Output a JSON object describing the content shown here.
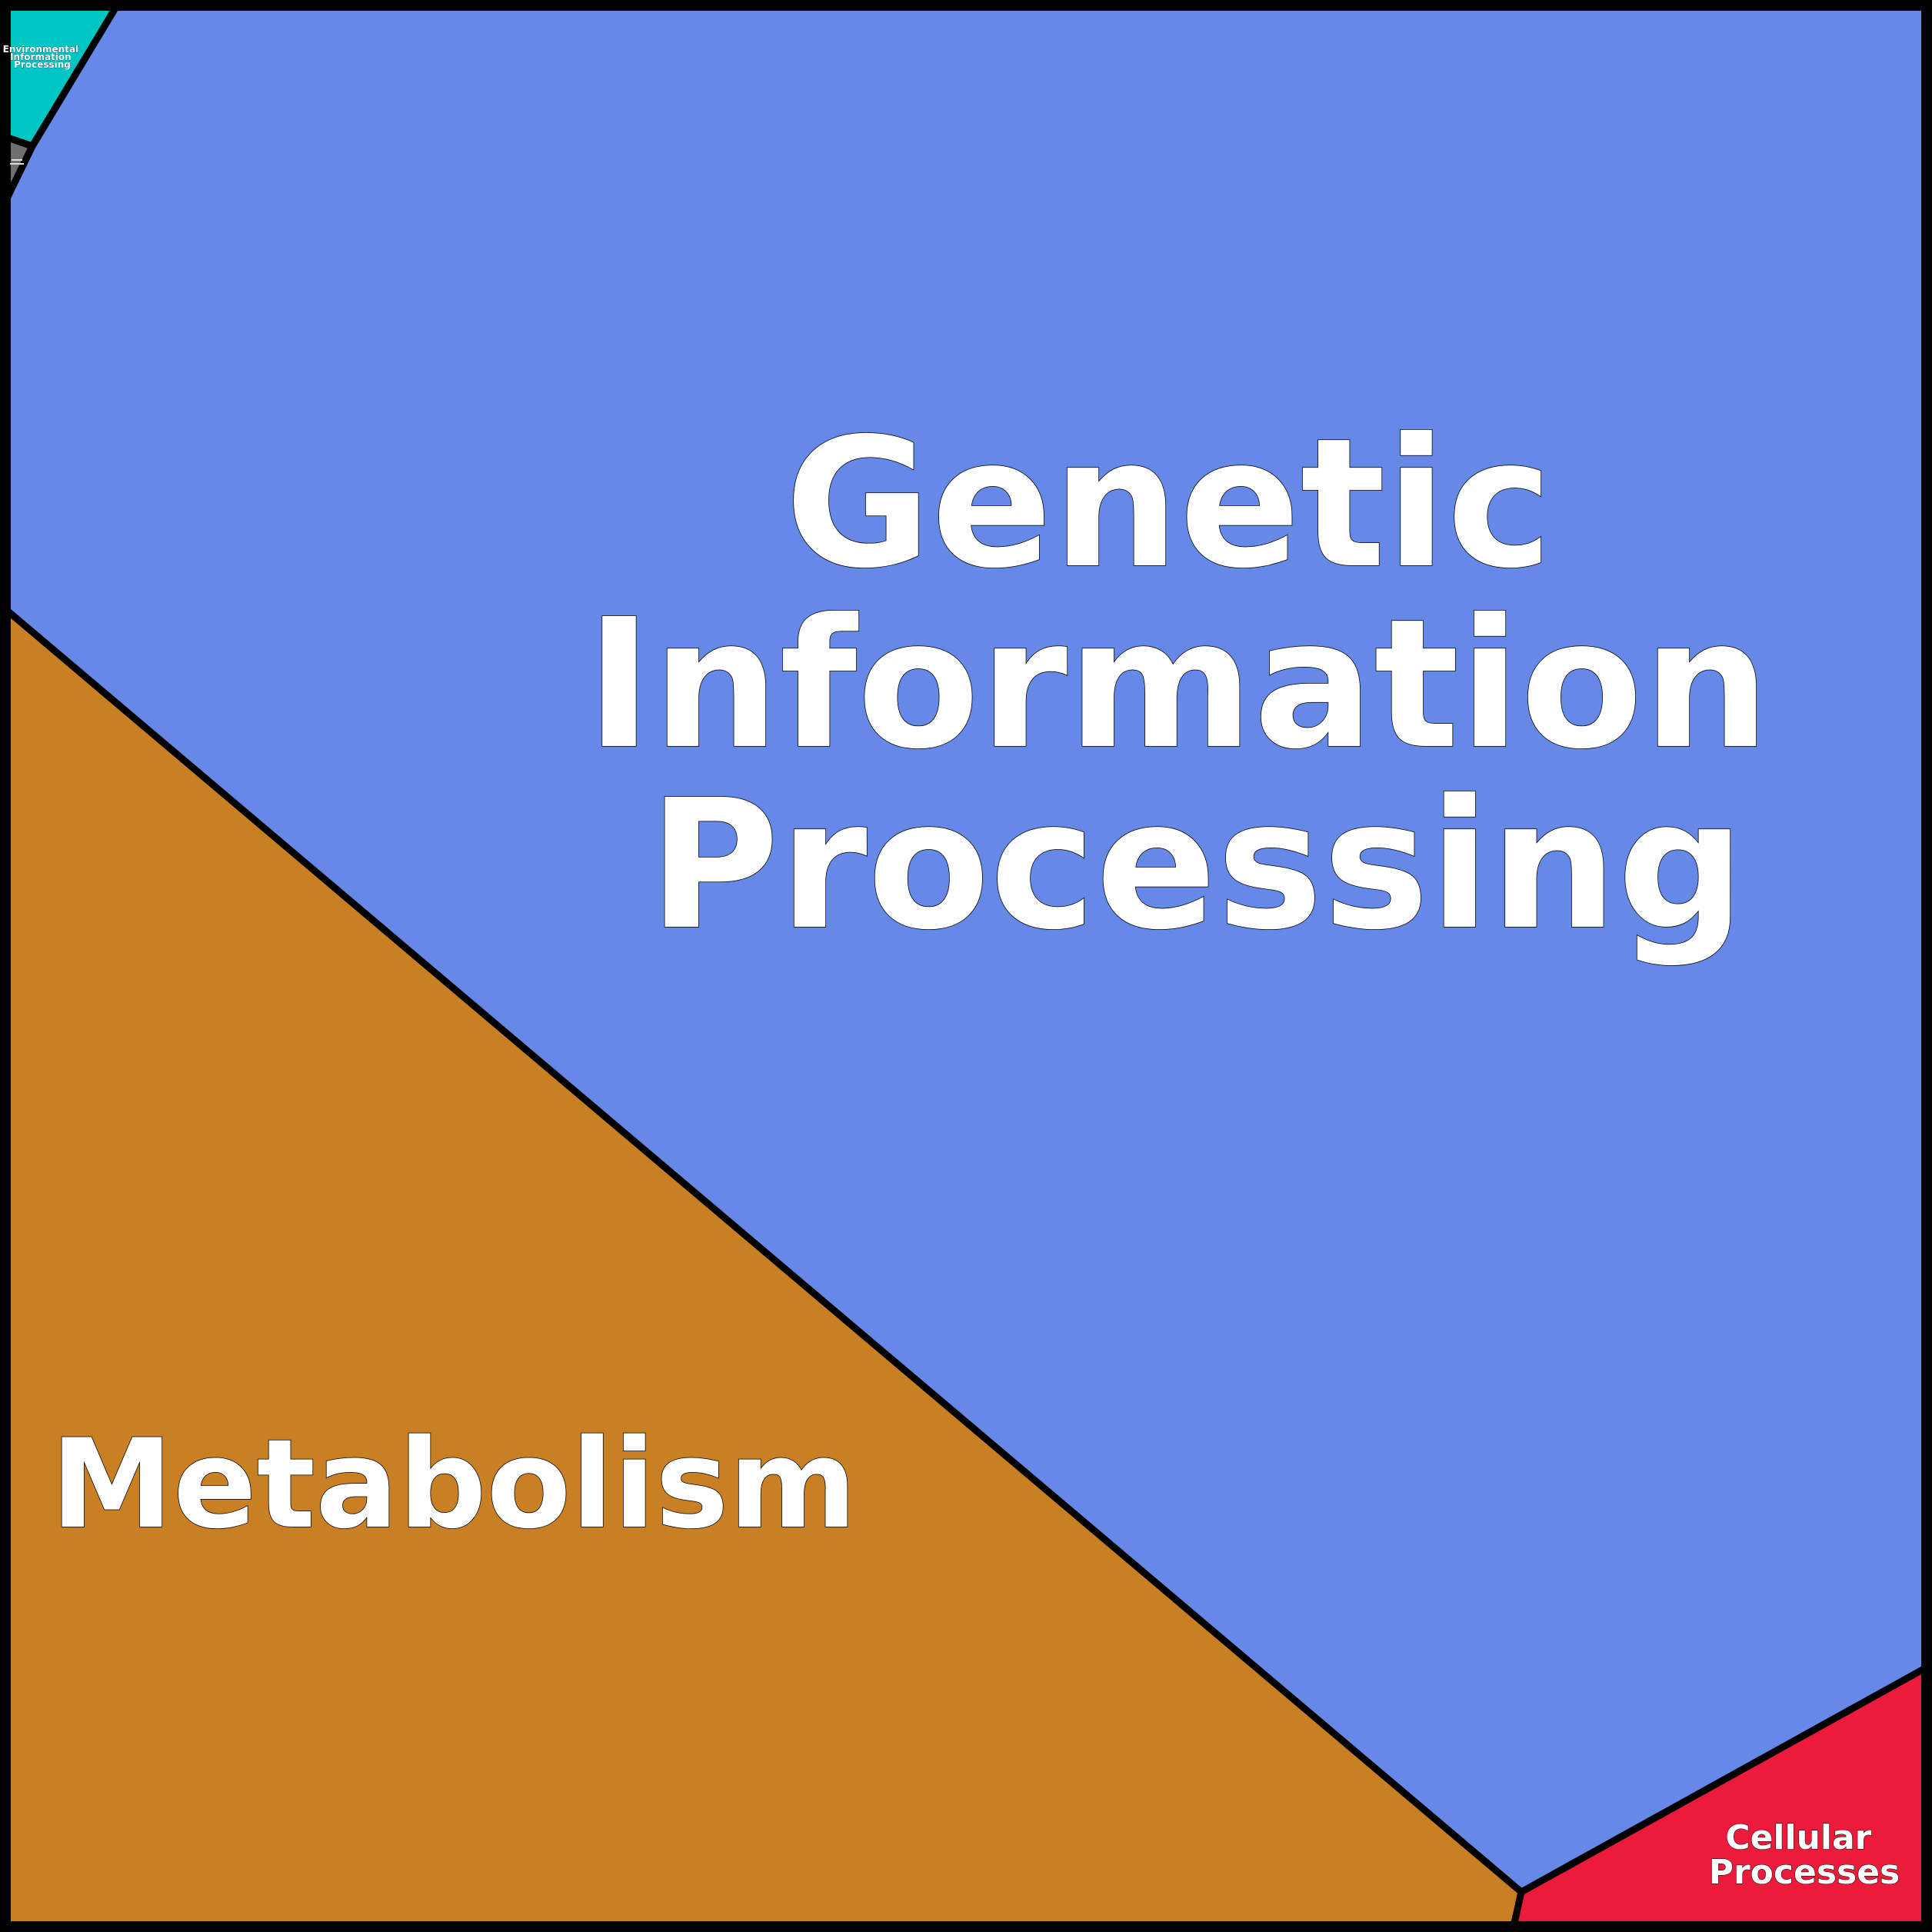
{
  "categories": {
    "genetic": {
      "lines": [
        "Genetic",
        "Information",
        "Processing"
      ],
      "color": "#6688e6"
    },
    "metabolism": {
      "lines": [
        "Metabolism"
      ],
      "color": "#c98025"
    },
    "cellular": {
      "lines": [
        "Cellular",
        "Processes"
      ],
      "color": "#ec1b3b"
    },
    "environmental": {
      "lines": [
        "Environmental",
        "Information",
        "Processing"
      ],
      "color": "#00c5c5"
    },
    "other": {
      "lines": [],
      "color": "#6f6f6f"
    }
  }
}
